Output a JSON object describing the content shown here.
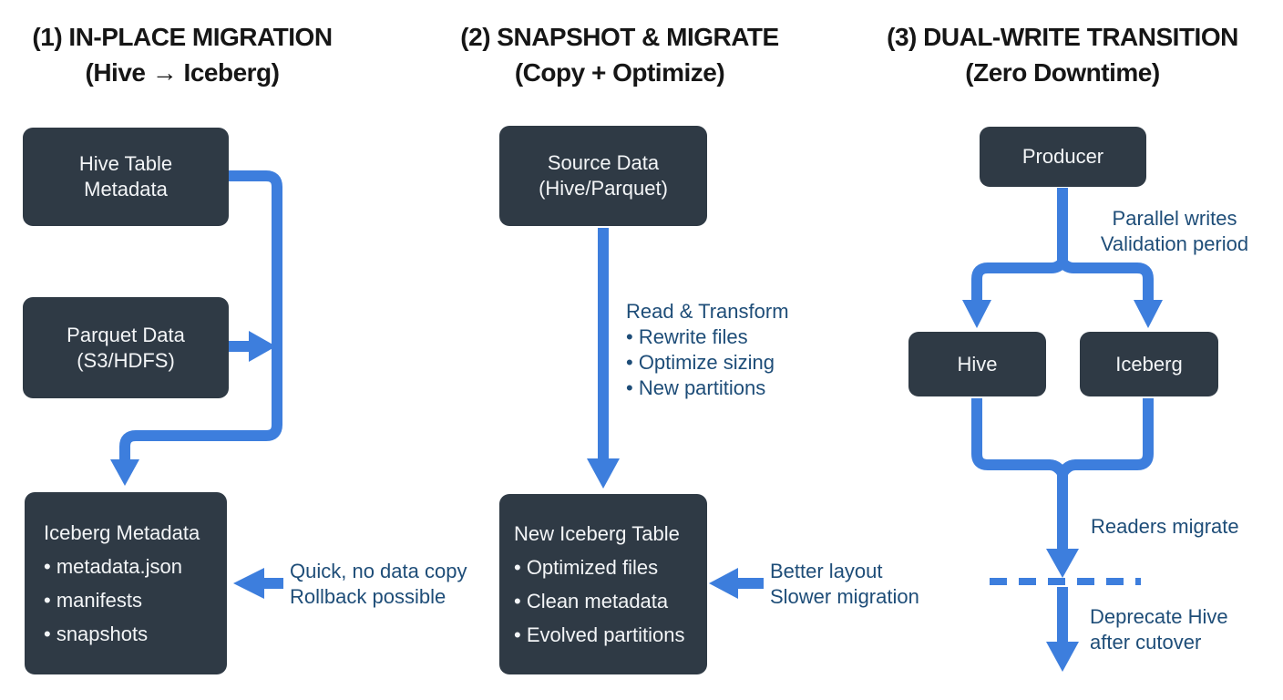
{
  "colors": {
    "background": "#ffffff",
    "box_fill": "#2f3a45",
    "box_text": "#f3f5f7",
    "arrow": "#3d7edd",
    "annotation": "#1e4d78",
    "title": "#161616"
  },
  "panels": [
    {
      "title": "(1) IN-PLACE MIGRATION",
      "subtitle": "(Hive → Iceberg)",
      "boxes": {
        "hive_table": {
          "lines": [
            "Hive Table",
            "Metadata"
          ]
        },
        "parquet": {
          "lines": [
            "Parquet Data",
            "(S3/HDFS)"
          ]
        },
        "iceberg_meta": {
          "title": "Iceberg Metadata",
          "bullets": [
            "• metadata.json",
            "• manifests",
            "• snapshots"
          ]
        }
      },
      "annotation": {
        "lines": [
          "Quick, no data copy",
          "Rollback possible"
        ]
      }
    },
    {
      "title": "(2) SNAPSHOT & MIGRATE",
      "subtitle": "(Copy + Optimize)",
      "boxes": {
        "source": {
          "lines": [
            "Source Data",
            "(Hive/Parquet)"
          ]
        },
        "new_iceberg": {
          "title": "New Iceberg Table",
          "bullets": [
            "• Optimized files",
            "• Clean metadata",
            "• Evolved partitions"
          ]
        }
      },
      "transform_note": {
        "title": "Read & Transform",
        "bullets": [
          "• Rewrite files",
          "• Optimize sizing",
          "• New partitions"
        ]
      },
      "annotation": {
        "lines": [
          "Better layout",
          "Slower migration"
        ]
      }
    },
    {
      "title": "(3) DUAL-WRITE TRANSITION",
      "subtitle": "(Zero Downtime)",
      "boxes": {
        "producer": {
          "label": "Producer"
        },
        "hive": {
          "label": "Hive"
        },
        "iceberg": {
          "label": "Iceberg"
        }
      },
      "annotations": {
        "parallel": {
          "lines": [
            "Parallel writes",
            "Validation period"
          ]
        },
        "readers": {
          "lines": [
            "Readers migrate"
          ]
        },
        "deprecate": {
          "lines": [
            "Deprecate Hive",
            "after cutover"
          ]
        }
      }
    }
  ]
}
